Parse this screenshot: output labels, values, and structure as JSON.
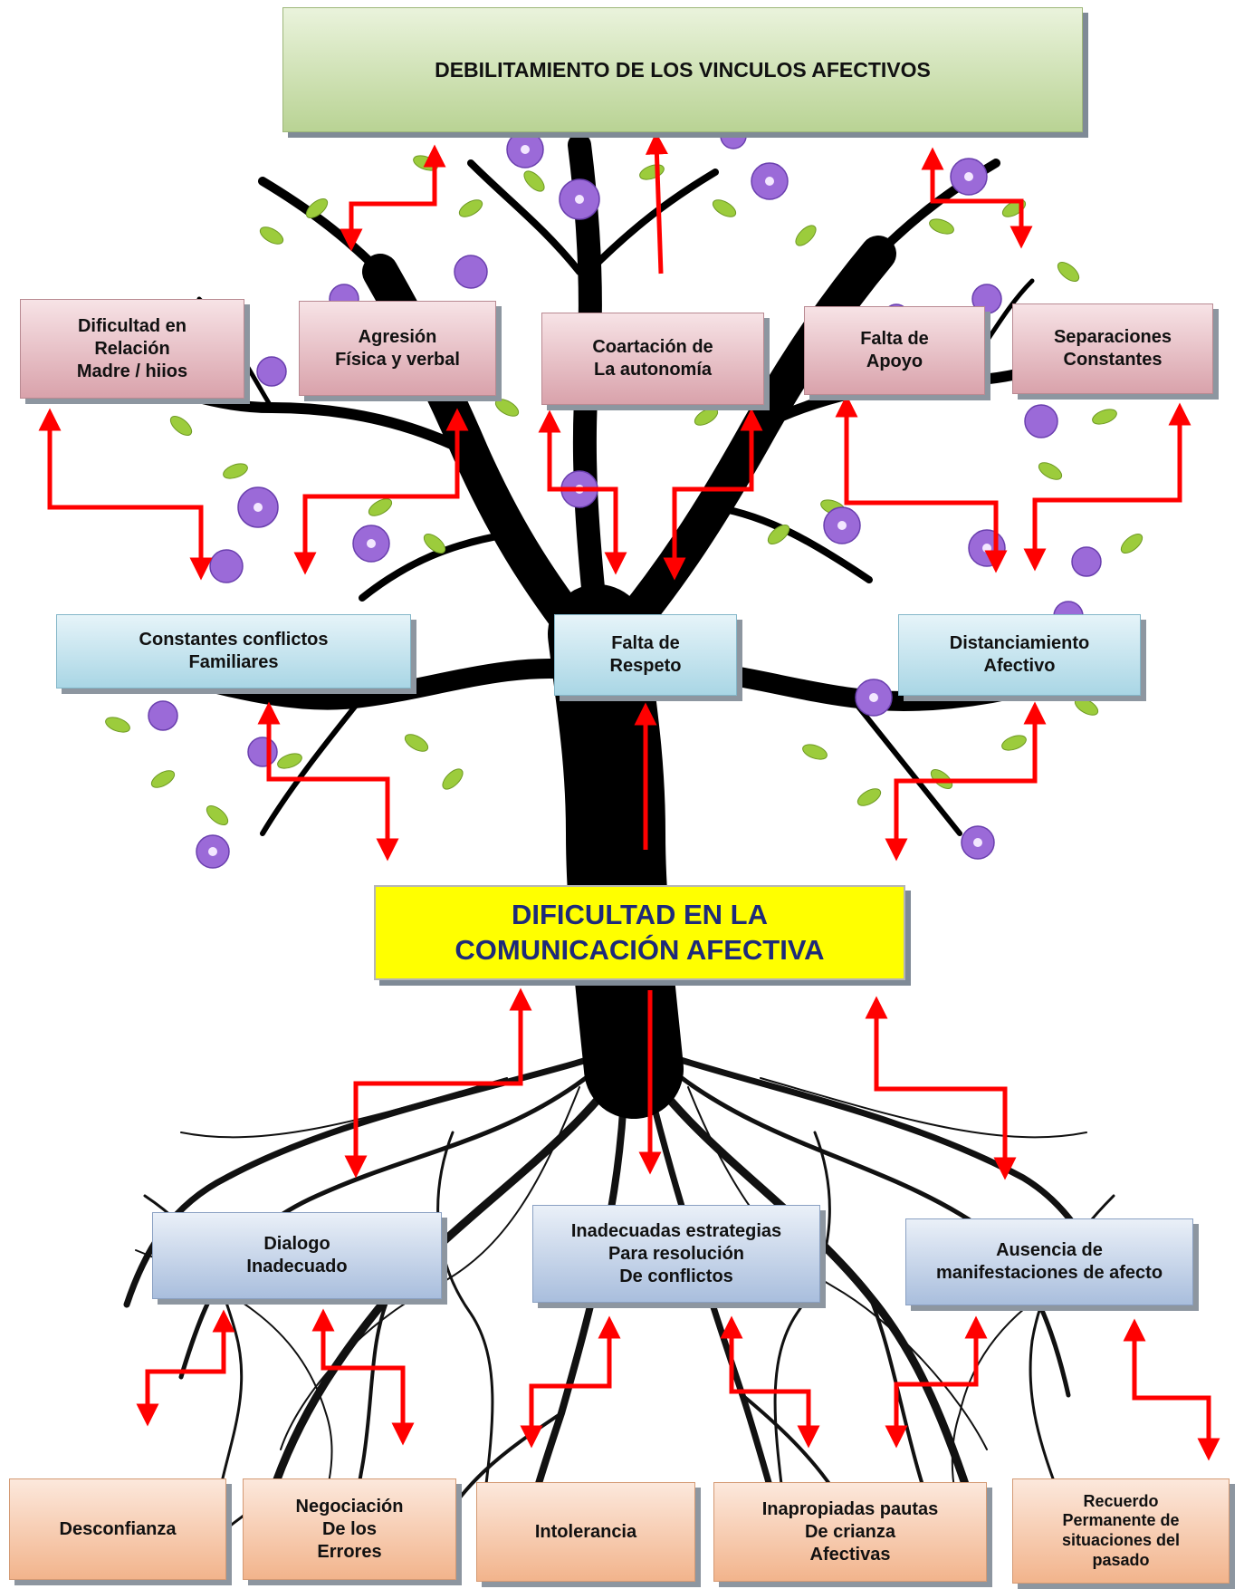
{
  "top_effect": {
    "label": "DEBILITAMIENTO DE LOS VINCULOS AFECTIVOS"
  },
  "central_problem": {
    "lines": [
      "DIFICULTAD EN LA",
      "COMUNICACIÓN AFECTIVA"
    ]
  },
  "effects_level2": [
    {
      "lines": [
        "Dificultad en",
        "Relación",
        "Madre /  hiios"
      ]
    },
    {
      "lines": [
        "Agresión",
        "Física y verbal"
      ]
    },
    {
      "lines": [
        "Coartación de",
        "La autonomía"
      ]
    },
    {
      "lines": [
        "Falta de",
        "Apoyo"
      ]
    },
    {
      "lines": [
        "Separaciones",
        "Constantes"
      ]
    }
  ],
  "effects_level1": [
    {
      "lines": [
        "Constantes conflictos",
        "Familiares"
      ]
    },
    {
      "lines": [
        "Falta de",
        "Respeto"
      ]
    },
    {
      "lines": [
        "Distanciamiento",
        "Afectivo"
      ]
    }
  ],
  "causes_direct": [
    {
      "lines": [
        "Dialogo",
        "Inadecuado"
      ]
    },
    {
      "lines": [
        "Inadecuadas estrategias",
        "Para resolución",
        "De conflictos"
      ]
    },
    {
      "lines": [
        "Ausencia de",
        "manifestaciones de afecto"
      ]
    }
  ],
  "causes_root": [
    {
      "lines": [
        "Desconfianza"
      ]
    },
    {
      "lines": [
        "Negociación",
        "De los",
        "Errores"
      ]
    },
    {
      "lines": [
        "Intolerancia"
      ]
    },
    {
      "lines": [
        "Inapropiadas pautas",
        "De crianza",
        "Afectivas"
      ]
    },
    {
      "lines": [
        "Recuerdo",
        "Permanente de",
        "situaciones del",
        "pasado"
      ]
    }
  ],
  "colors": {
    "arrow": "#ff0000",
    "title_box": "#c4dba2",
    "effect_box": "#dda9b1",
    "effect_box_blue": "#acd8e7",
    "cause_box": "#adc1de",
    "root_box": "#f4b993",
    "core_box": "#ffff00",
    "foliage_leaf": "#9ccc3c",
    "flower": "#9b6ad8",
    "trunk": "#000000"
  }
}
